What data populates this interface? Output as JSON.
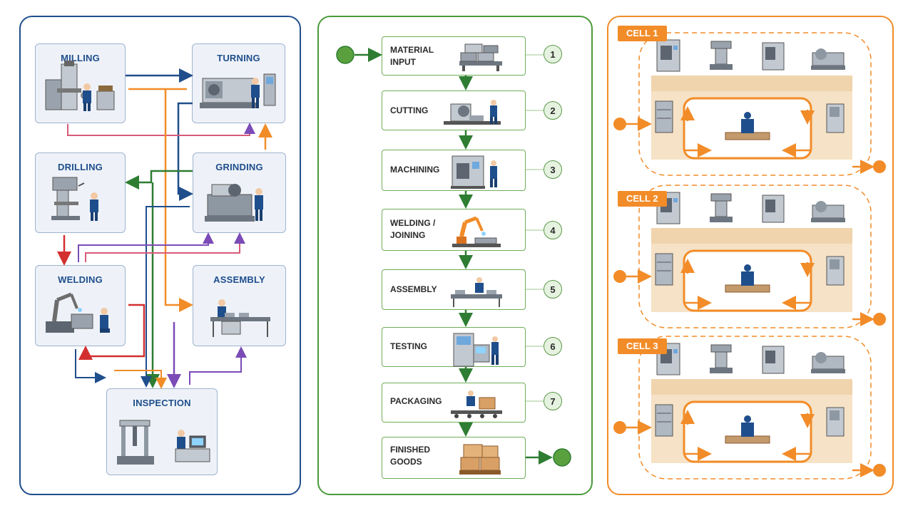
{
  "process_layout": {
    "stations": {
      "milling": "MILLING",
      "turning": "TURNING",
      "drilling": "DRILLING",
      "grinding": "GRINDING",
      "welding": "WELDING",
      "assembly": "ASSEMBLY",
      "inspection": "INSPECTION"
    },
    "colors": {
      "border": "#1f4e8c",
      "flow_blue": "#1f4e8c",
      "flow_orange": "#f28c28",
      "flow_green": "#2e7d32",
      "flow_red": "#d32f2f",
      "flow_purple": "#7b4bb7"
    }
  },
  "product_line": {
    "steps": [
      {
        "label": "MATERIAL\nINPUT",
        "number": "1",
        "icon": "material-stack-icon"
      },
      {
        "label": "CUTTING",
        "number": "2",
        "icon": "cutting-machine-icon"
      },
      {
        "label": "MACHINING",
        "number": "3",
        "icon": "cnc-machine-icon"
      },
      {
        "label": "WELDING /\nJOINING",
        "number": "4",
        "icon": "robot-arm-icon"
      },
      {
        "label": "ASSEMBLY",
        "number": "5",
        "icon": "assembly-worker-icon"
      },
      {
        "label": "TESTING",
        "number": "6",
        "icon": "test-station-icon"
      },
      {
        "label": "PACKAGING",
        "number": "7",
        "icon": "packaging-box-icon"
      },
      {
        "label": "FINISHED\nGOODS",
        "number": "",
        "icon": "pallet-boxes-icon"
      }
    ],
    "colors": {
      "border": "#4a9a3a",
      "arrow": "#2e7d32"
    }
  },
  "cellular_layout": {
    "cells": [
      {
        "label": "CELL 1"
      },
      {
        "label": "CELL 2"
      },
      {
        "label": "CELL 3"
      }
    ],
    "colors": {
      "border": "#f28c28",
      "floor": "#f6e2c6"
    }
  }
}
